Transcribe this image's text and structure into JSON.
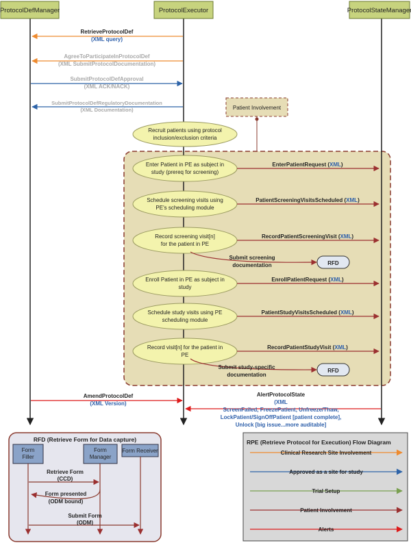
{
  "lanes": {
    "manager": "ProtocolDefManager",
    "executor": "ProtocolExecutor",
    "state": "ProtocolStateManager"
  },
  "messages": {
    "retrieve": "RetrieveProtocolDef",
    "retrieve_sub": "(XML query)",
    "agree": "AgreeToParticipateInProtocolDef",
    "agree_sub": "(XML SubmitProtocolDocumentation)",
    "approval": "SubmitProtocolDefApproval",
    "approval_sub": "(XML ACK/NACK)",
    "regulatory": "SubmitProtocolDefRegulatoryDocumentation",
    "regulatory_sub": "(XML Documentation)"
  },
  "patient_involvement_note": "Patient Involvement",
  "recruit": [
    "Recruit patients using protocol",
    "inclusion/exclusion criteria"
  ],
  "steps": [
    {
      "lines": [
        "Enter Patient in PE as subject in",
        "study (prereq for screening)"
      ],
      "msg": "EnterPatientRequest",
      "xml": "XML"
    },
    {
      "lines": [
        "Schedule screening visits using",
        "PE's scheduling module"
      ],
      "msg": "PatientScreeningVisitsScheduled",
      "xml": "XML"
    },
    {
      "lines": [
        "Record screening visit[n]",
        "for the patient in PE"
      ],
      "msg": "RecordPatientScreeningVisit",
      "xml": "XML"
    },
    {
      "lines": [
        "Enroll Patient in PE as subject in",
        "study"
      ],
      "msg": "EnrollPatientRequest",
      "xml": "XML"
    },
    {
      "lines": [
        "Schedule study visits using PE",
        "scheduling module"
      ],
      "msg": "PatientStudyVisitsScheduled",
      "xml": "XML"
    },
    {
      "lines": [
        "Record visit[n] for the patient in",
        "PE"
      ],
      "msg": "RecordPatientStudyVisit",
      "xml": "XML"
    }
  ],
  "submit_screening": [
    "Submit screening",
    "documentation"
  ],
  "submit_study": [
    "Submit study-specific",
    "documentation"
  ],
  "rfd_label": "RFD",
  "amend": "AmendProtocolDef",
  "amend_sub": "(XML Version)",
  "alert": "AlertProtocolState",
  "alert_lines": [
    "(XML",
    "ScreenFailed, FreezePatient, Unfreeze/Thaw,",
    "LockPatient/SignOffPatient [patient complete],",
    "Unlock [big issue...more auditable]"
  ],
  "rfd_box": {
    "title": "RFD (Retrieve Form for Data capture)",
    "filler": [
      "Form",
      "Filler"
    ],
    "manager": [
      "Form",
      "Manager"
    ],
    "receiver": [
      "Form Receiver"
    ],
    "retrieve": [
      "Retrieve Form",
      "(CCD)"
    ],
    "presented": [
      "Form presented",
      "(ODM bound)"
    ],
    "submit": [
      "Submit Form",
      "(ODM)"
    ]
  },
  "legend": {
    "title": "RPE (Retrieve Protocol for Execution) Flow Diagram",
    "items": [
      {
        "label": "Clinical Research Site Involvement",
        "color": "#ee8a2e"
      },
      {
        "label": "Approved as a site for study",
        "color": "#2d63a8"
      },
      {
        "label": "Trial Setup",
        "color": "#7aa050"
      },
      {
        "label": "Patient Involvement",
        "color": "#9b3030"
      },
      {
        "label": "Alerts",
        "color": "#dd1a1a"
      }
    ]
  },
  "colors": {
    "lane_fill": "#c7d37e",
    "orange": "#ee8a2e",
    "blue": "#2d63a8",
    "green": "#7aa050",
    "maroon": "#9b3030",
    "red": "#dd1a1a",
    "ellipse_fill": "#f3f3ad",
    "region_fill": "#e6ddb6"
  }
}
